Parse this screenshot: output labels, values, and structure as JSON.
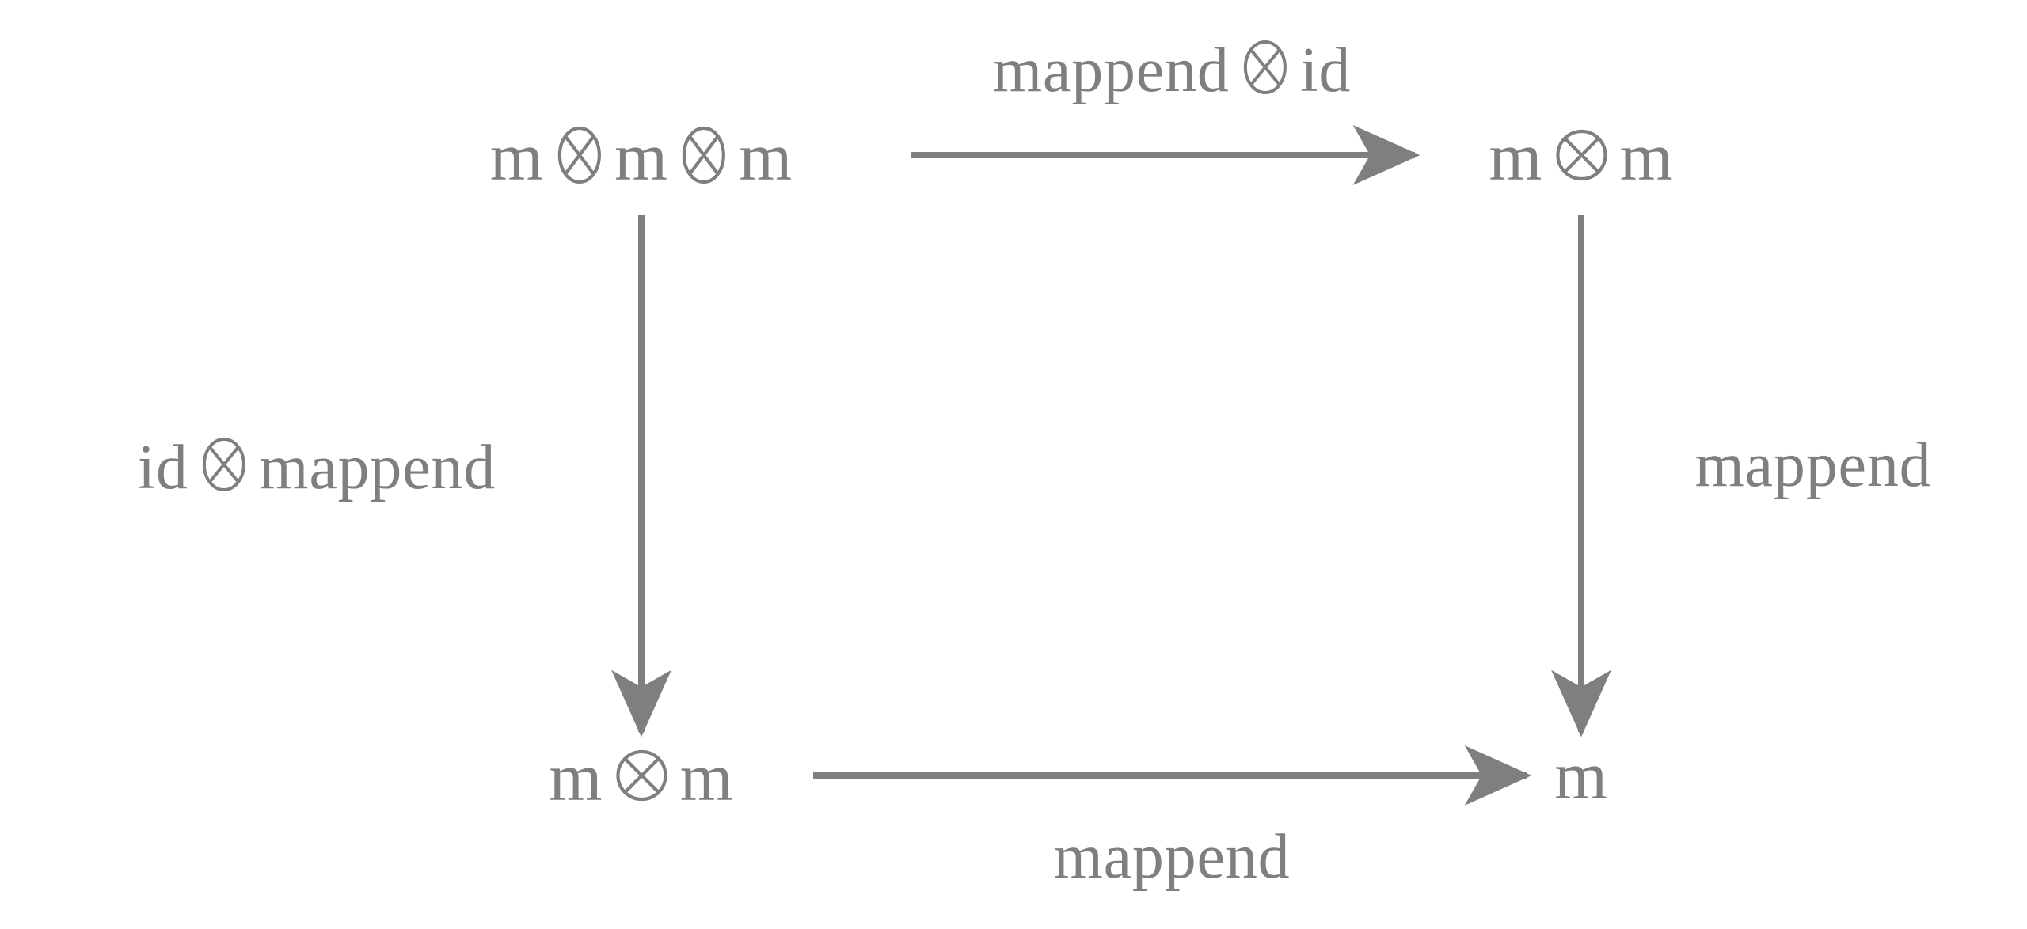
{
  "diagram": {
    "type": "commutative-diagram",
    "title": "Monoid associativity (mappend) commutative square",
    "stroke_color": "#7f7f7f",
    "background_color": "#ffffff",
    "tensor_symbol": "⊗",
    "nodes": [
      {
        "id": "top-left",
        "text_parts": [
          "m",
          "⊗",
          "m",
          "⊗",
          "m"
        ],
        "text": "m ⊗ m ⊗ m"
      },
      {
        "id": "top-right",
        "text_parts": [
          "m",
          "⊗",
          "m"
        ],
        "text": "m ⊗ m"
      },
      {
        "id": "bottom-left",
        "text_parts": [
          "m",
          "⊗",
          "m"
        ],
        "text": "m ⊗ m"
      },
      {
        "id": "bottom-right",
        "text_parts": [
          "m"
        ],
        "text": "m"
      }
    ],
    "edges": [
      {
        "id": "top",
        "from": "top-left",
        "to": "top-right",
        "direction": "right",
        "label": "mappend ⊗ id",
        "label_parts": [
          "mappend",
          "⊗",
          "id"
        ]
      },
      {
        "id": "left",
        "from": "top-left",
        "to": "bottom-left",
        "direction": "down",
        "label": "id ⊗ mappend",
        "label_parts": [
          "id",
          "⊗",
          "mappend"
        ]
      },
      {
        "id": "right",
        "from": "top-right",
        "to": "bottom-right",
        "direction": "down",
        "label": "mappend",
        "label_parts": [
          "mappend"
        ]
      },
      {
        "id": "bottom",
        "from": "bottom-left",
        "to": "bottom-right",
        "direction": "right",
        "label": "mappend",
        "label_parts": [
          "mappend"
        ]
      }
    ]
  },
  "nodes": {
    "top_left": {
      "m1": "m",
      "m2": "m",
      "m3": "m"
    },
    "top_right": {
      "m1": "m",
      "m2": "m"
    },
    "bottom_left": {
      "m1": "m",
      "m2": "m"
    },
    "bottom_right": {
      "m1": "m"
    }
  },
  "labels": {
    "top": {
      "left": "mappend",
      "right": "id"
    },
    "left": {
      "left": "id",
      "right": "mappend"
    },
    "right": {
      "text": "mappend"
    },
    "bottom": {
      "text": "mappend"
    }
  }
}
